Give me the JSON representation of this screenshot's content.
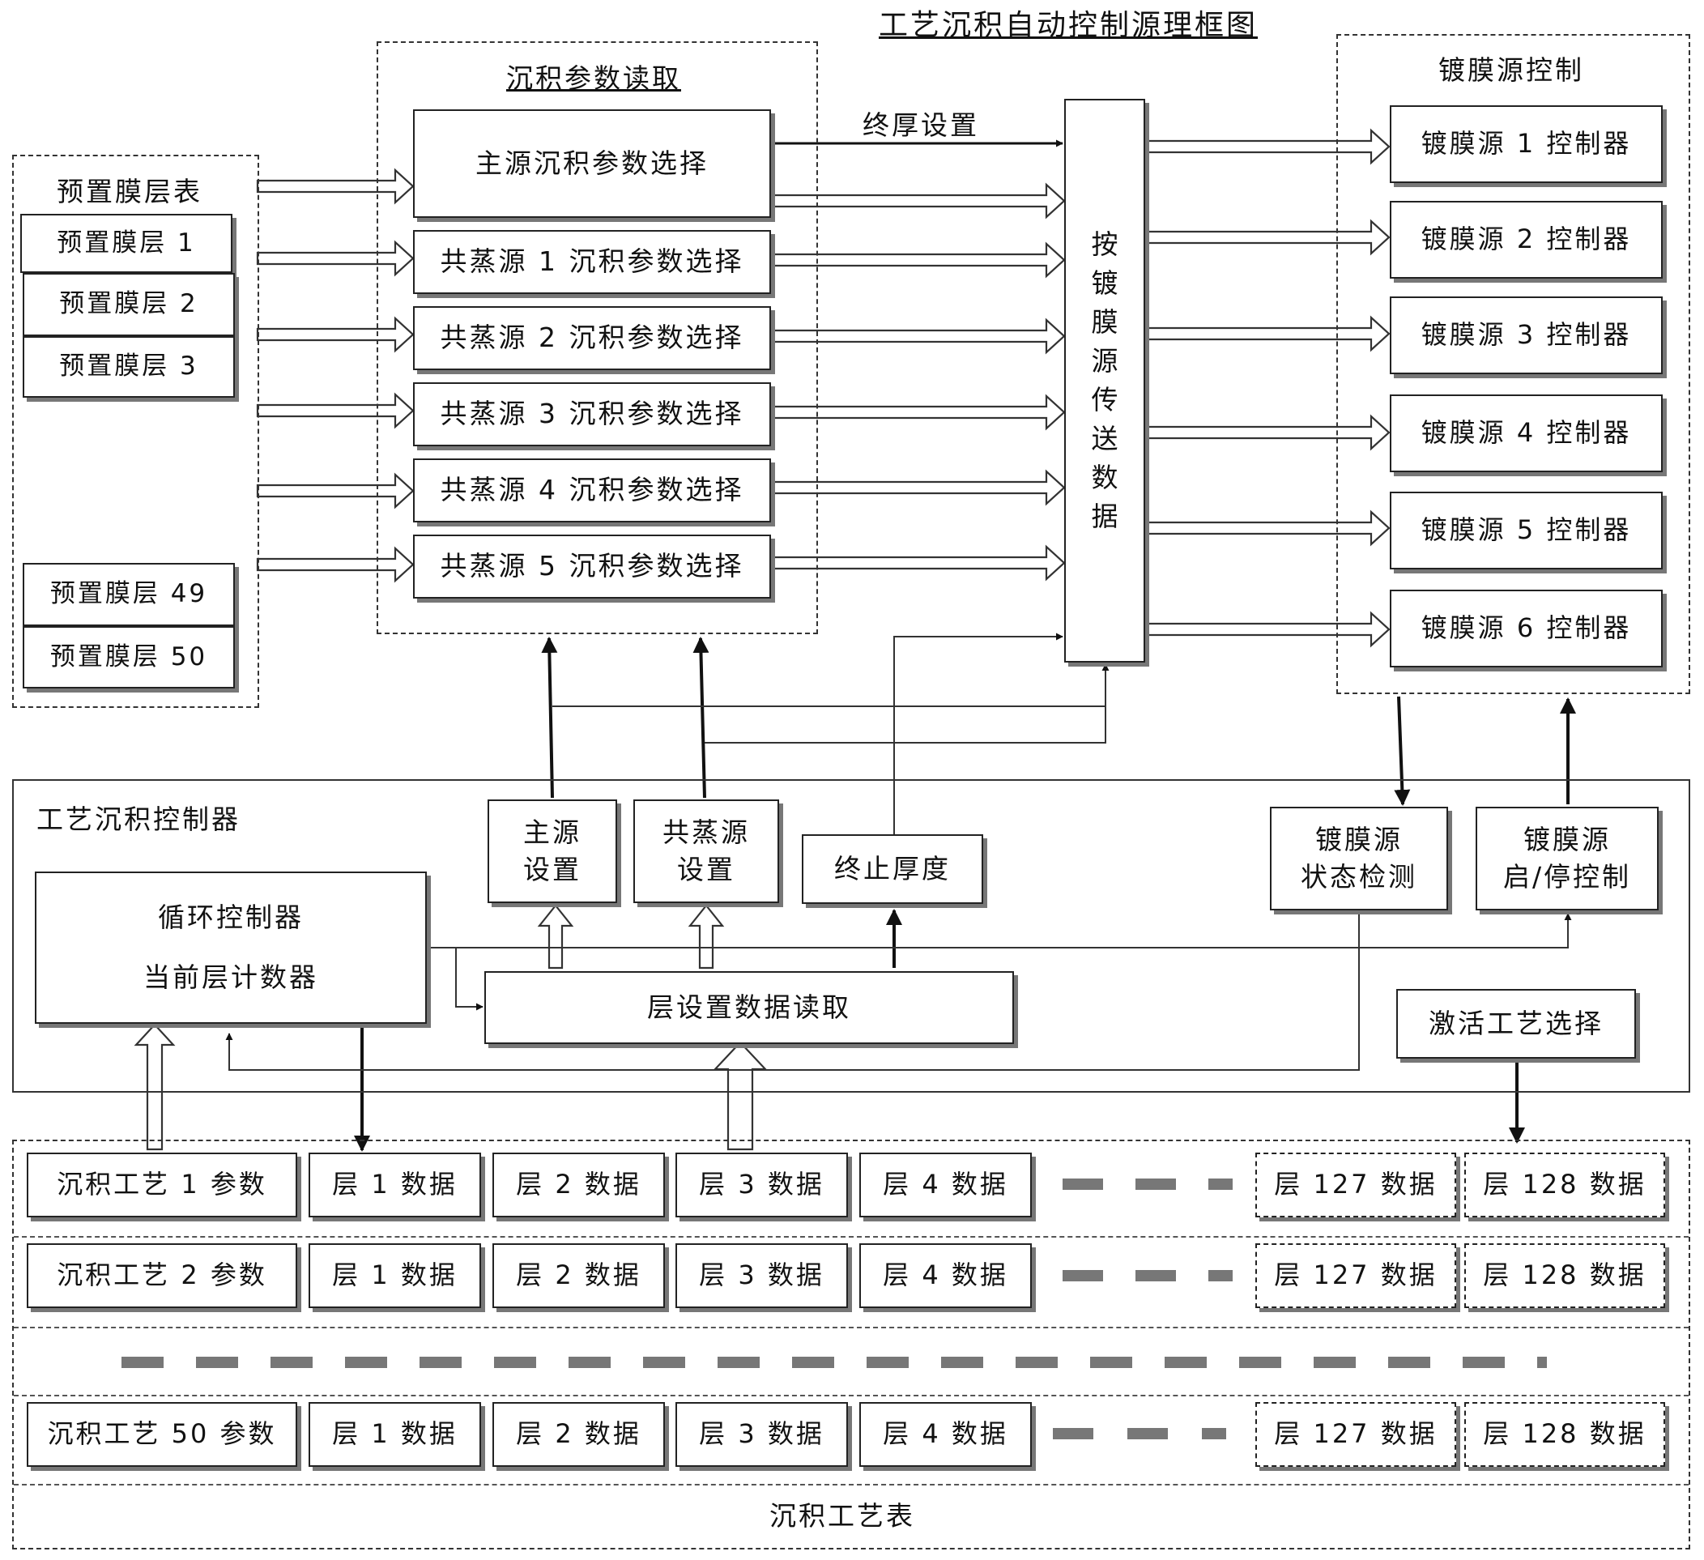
{
  "title": "工艺沉积自动控制源理框图",
  "preset_table": {
    "title": "预置膜层表",
    "layers": [
      "预置膜层 1",
      "预置膜层 2",
      "预置膜层 3",
      "预置膜层 49",
      "预置膜层 50"
    ]
  },
  "param_read": {
    "title": "沉积参数读取",
    "items": [
      "主源沉积参数选择",
      "共蒸源 1 沉积参数选择",
      "共蒸源 2 沉积参数选择",
      "共蒸源 3 沉积参数选择",
      "共蒸源 4 沉积参数选择",
      "共蒸源 5 沉积参数选择"
    ]
  },
  "final_thickness_setting": "终厚设置",
  "transfer": {
    "chars": [
      "按",
      "镀",
      "膜",
      "源",
      "传",
      "送",
      "数",
      "据"
    ]
  },
  "source_control": {
    "title": "镀膜源控制",
    "items": [
      "镀膜源 1 控制器",
      "镀膜源 2 控制器",
      "镀膜源 3 控制器",
      "镀膜源 4 控制器",
      "镀膜源 5 控制器",
      "镀膜源 6 控制器"
    ]
  },
  "controller": {
    "title": "工艺沉积控制器",
    "main_source": [
      "主源",
      "设置"
    ],
    "co_source": [
      "共蒸源",
      "设置"
    ],
    "stop_thickness": "终止厚度",
    "status_detect": [
      "镀膜源",
      "状态检测"
    ],
    "start_stop": [
      "镀膜源",
      "启/停控制"
    ],
    "loop_controller": "循环控制器",
    "layer_counter": "当前层计数器",
    "layer_read": "层设置数据读取",
    "activate": "激活工艺选择"
  },
  "process_table": {
    "title": "沉积工艺表",
    "rows": [
      {
        "param": "沉积工艺 1 参数",
        "cells": [
          "层 1 数据",
          "层 2 数据",
          "层 3 数据",
          "层 4 数据",
          "层 127 数据",
          "层 128 数据"
        ]
      },
      {
        "param": "沉积工艺 2 参数",
        "cells": [
          "层 1 数据",
          "层 2 数据",
          "层 3 数据",
          "层 4 数据",
          "层 127 数据",
          "层 128 数据"
        ]
      },
      {
        "param": "沉积工艺 50 参数",
        "cells": [
          "层 1 数据",
          "层 2 数据",
          "层 3 数据",
          "层 4 数据",
          "层 127 数据",
          "层 128 数据"
        ]
      }
    ]
  }
}
